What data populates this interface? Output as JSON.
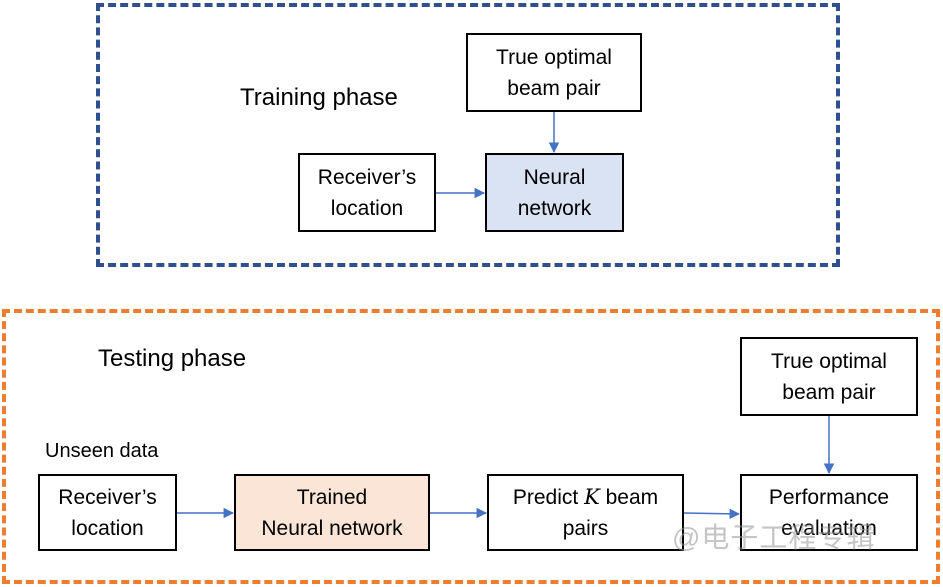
{
  "training": {
    "title": "Training phase",
    "true_optimal": [
      "True optimal",
      "beam pair"
    ],
    "receiver": [
      "Receiver’s",
      "location"
    ],
    "neural_network": [
      "Neural",
      "network"
    ]
  },
  "testing": {
    "title": "Testing phase",
    "unseen_label": "Unseen data",
    "true_optimal": [
      "True optimal",
      "beam pair"
    ],
    "receiver": [
      "Receiver’s",
      "location"
    ],
    "trained_nn": [
      "Trained",
      "Neural network"
    ],
    "predict": {
      "prefix": "Predict ",
      "variable": "K",
      "suffix": " beam",
      "line2": "pairs"
    },
    "performance": [
      "Performance",
      "evaluation"
    ]
  },
  "watermark": "@电子工程专辑",
  "colors": {
    "training_border": "#2f4f8f",
    "testing_border": "#ed7d31",
    "arrow": "#4472c4",
    "nn_fill": "#dae3f3",
    "trained_nn_fill": "#fbe5d6"
  }
}
